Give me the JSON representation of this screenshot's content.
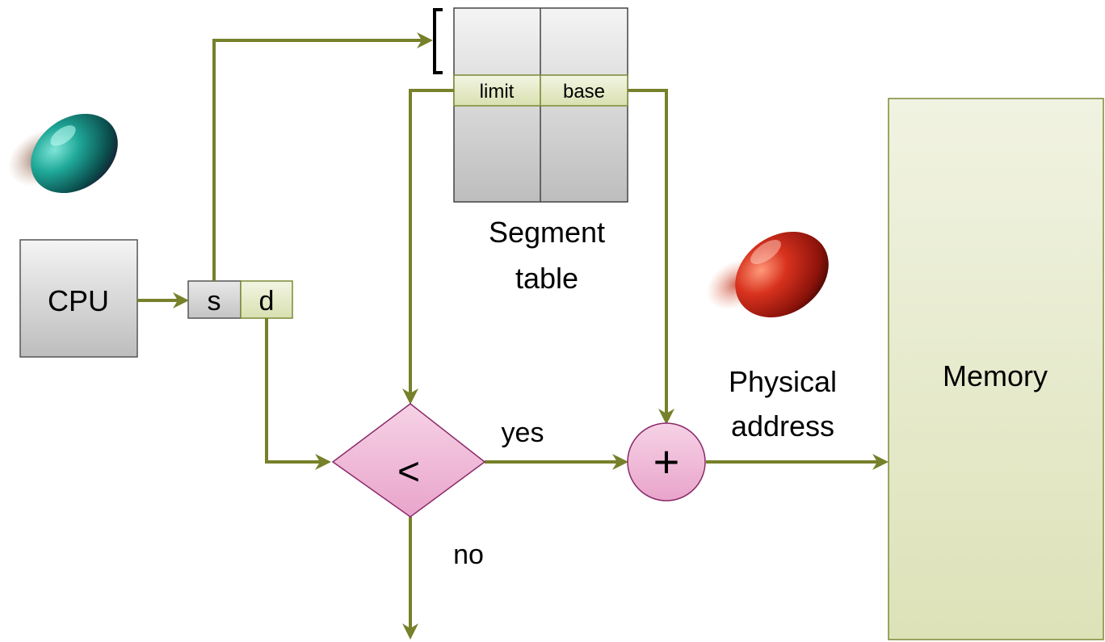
{
  "cpu": {
    "label": "CPU"
  },
  "logical_address": {
    "segment_label": "s",
    "offset_label": "d"
  },
  "segment_table": {
    "entry_limit_label": "limit",
    "entry_base_label": "base",
    "caption_line1": "Segment",
    "caption_line2": "table"
  },
  "compare": {
    "symbol": "<",
    "yes_label": "yes",
    "no_label": "no"
  },
  "adder": {
    "symbol": "+"
  },
  "physical_address": {
    "line1": "Physical",
    "line2": "address"
  },
  "memory": {
    "label": "Memory"
  },
  "pills": {
    "left": "teal-capsule-icon",
    "right": "red-capsule-icon"
  },
  "colors": {
    "arrow": "#77802a",
    "gray_box": "#c8c8c8",
    "entry_fill": "#e6ecc4",
    "diamond_fill": "#efb6d6",
    "diamond_stroke": "#8a2a6a",
    "memory_fill": "#e8ebcd",
    "memory_stroke": "#7b8a36",
    "teal_pill": "#1f9a8e",
    "red_pill": "#c8281a"
  }
}
